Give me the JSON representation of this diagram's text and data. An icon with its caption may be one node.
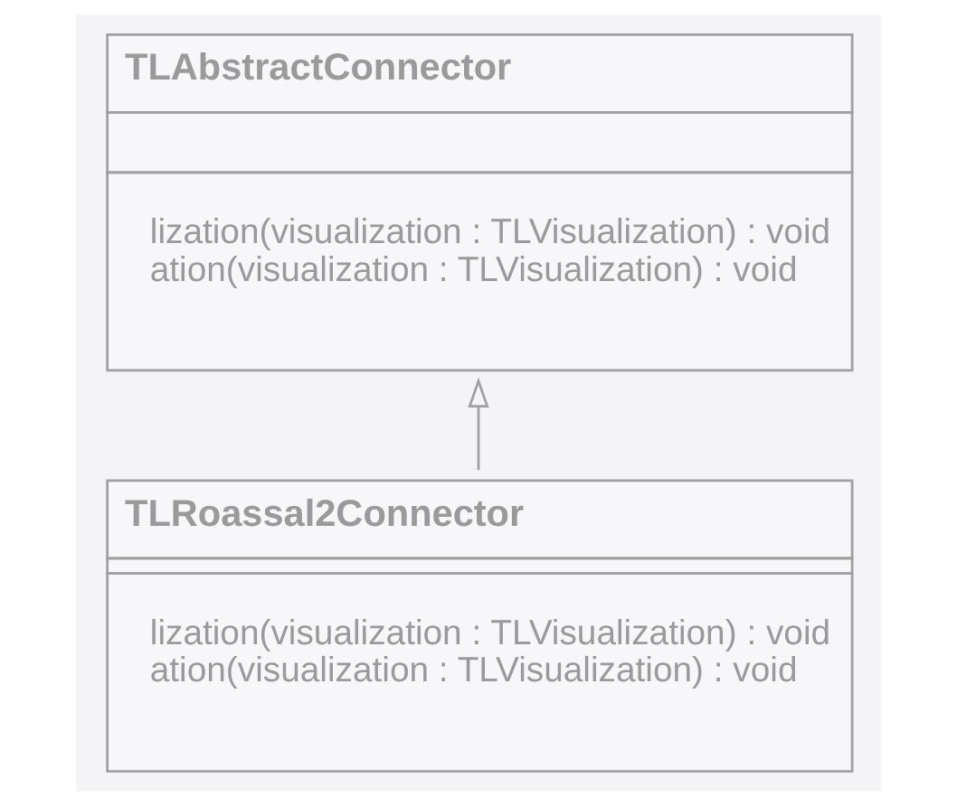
{
  "diagram": {
    "nodes": [
      {
        "text": [
          "TLAbstractConnector",
          "lization(visualization : TLVisualization) : void",
          "ation(visualization : TLVisualization) : void"
        ]
      },
      {
        "text": [
          "TLRoassal2Connector",
          "lization(visualization : TLVisualization) : void",
          "ation(visualization : TLVisualization) : void"
        ]
      }
    ],
    "edges": [
      {
        "from": 1,
        "to": 0,
        "arrow": "to"
      }
    ]
  }
}
